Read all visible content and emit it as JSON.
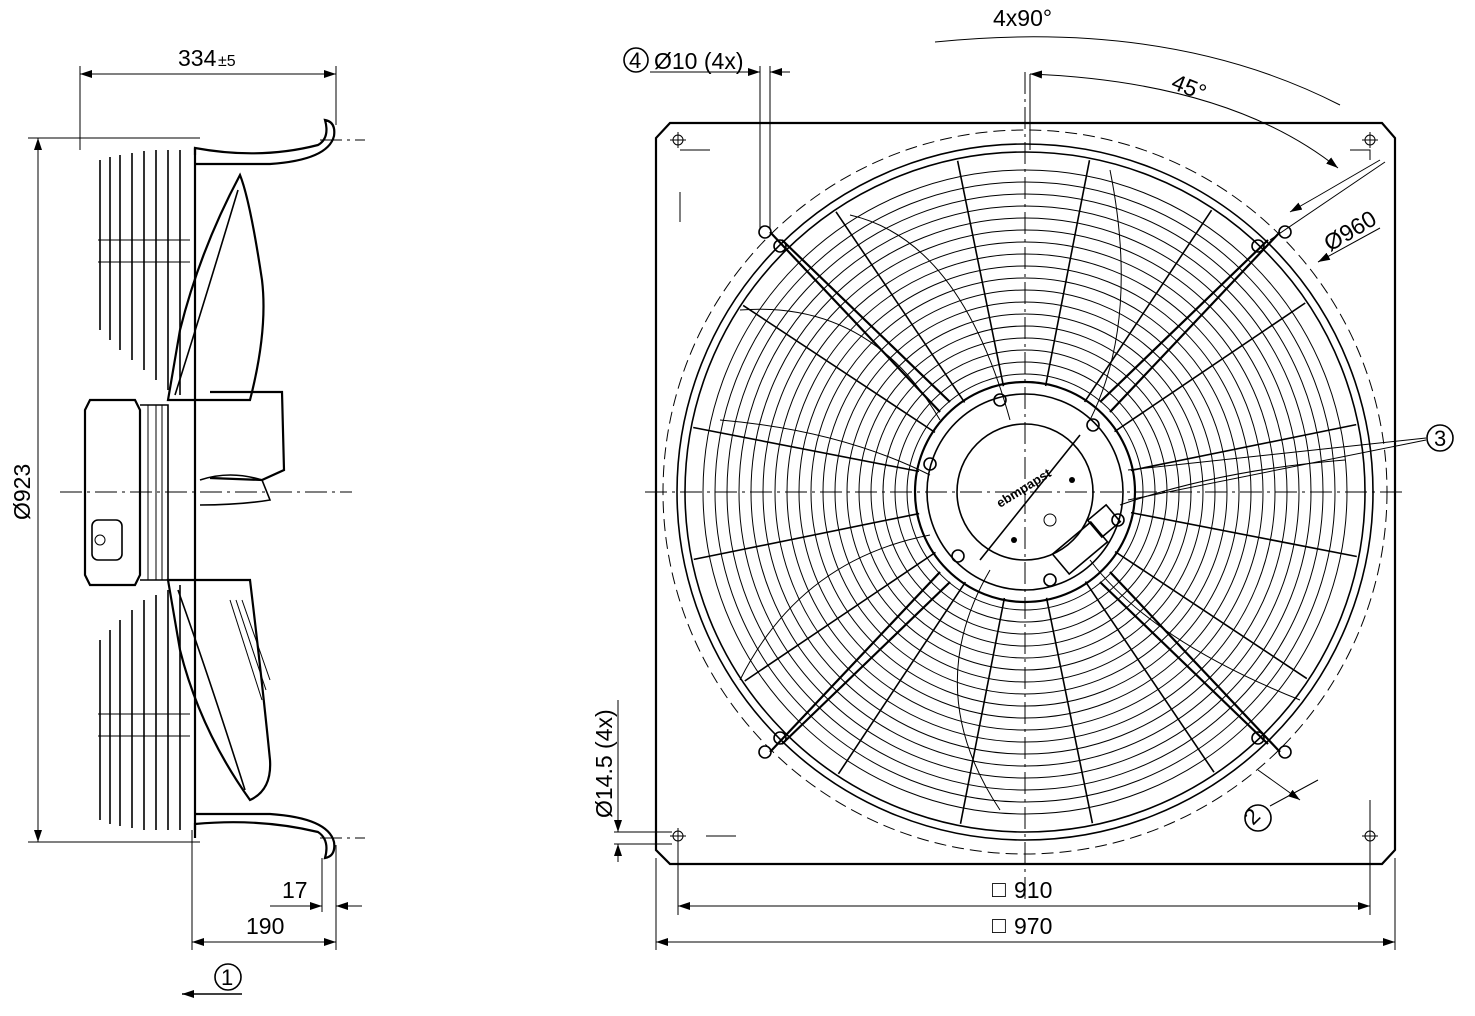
{
  "side_view": {
    "width_dim": "334",
    "width_tol": "±5",
    "diameter_dim": "Ø923",
    "depth_dim_small": "17",
    "depth_dim_large": "190",
    "flow_callout": "1"
  },
  "front_view": {
    "angle_total": "4x90°",
    "angle_half": "45°",
    "hole_callout": "4",
    "hole_dim": "Ø10 (4x)",
    "ring_dim": "Ø960",
    "slot_dim": "Ø14.5 (4x)",
    "callout_2": "2",
    "callout_3": "3",
    "square_inner_symbol": "□",
    "square_inner_value": "910",
    "square_outer_symbol": "□",
    "square_outer_value": "970",
    "brand_mark": "ebmpapst"
  }
}
